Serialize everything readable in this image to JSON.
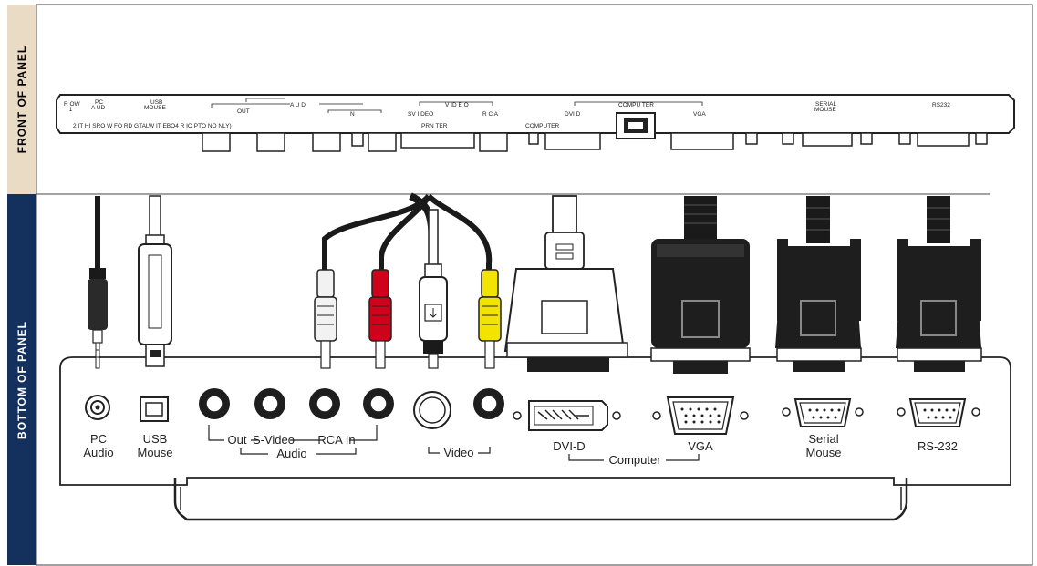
{
  "side_tabs": {
    "front": "FRONT OF PANEL",
    "bottom": "BOTTOM OF PANEL"
  },
  "front_panel": {
    "row1": [
      {
        "id": "row1",
        "text": "R OW\n  1"
      },
      {
        "id": "pcaud",
        "text": "PC\nA UD"
      },
      {
        "id": "usb",
        "text": "USB\nMOUSE"
      },
      {
        "id": "audio",
        "text": "A U D"
      },
      {
        "id": "out",
        "text": "OUT"
      },
      {
        "id": "n",
        "text": "N"
      },
      {
        "id": "video",
        "text": "V ID E O"
      },
      {
        "id": "svideo",
        "text": "SV I DEO"
      },
      {
        "id": "rca",
        "text": "R C A"
      },
      {
        "id": "dvi",
        "text": "DVI D"
      },
      {
        "id": "computer_top",
        "text": "COMPU TER"
      },
      {
        "id": "vga",
        "text": "VGA"
      },
      {
        "id": "serial",
        "text": "SERIAL\nMOUSE"
      },
      {
        "id": "rs232",
        "text": "RS232"
      }
    ],
    "row2": [
      {
        "id": "row2",
        "text": "2  IT HI SRO W FO RD  GTALW  IT EBO4 R IO PTO  NO NLY)"
      },
      {
        "id": "printer",
        "text": "PRN TER"
      },
      {
        "id": "computer_bottom",
        "text": "COMPUTER"
      }
    ]
  },
  "bottom_panel": {
    "port_labels": [
      {
        "id": "pc-audio",
        "lines": [
          "PC",
          "Audio"
        ]
      },
      {
        "id": "usb-mouse",
        "lines": [
          "USB",
          "Mouse"
        ]
      },
      {
        "id": "out",
        "lines": [
          "Out"
        ]
      },
      {
        "id": "s-video",
        "lines": [
          "S-Video"
        ]
      },
      {
        "id": "rca-in",
        "lines": [
          "RCA In"
        ]
      },
      {
        "id": "audio-group",
        "lines": [
          "Audio"
        ]
      },
      {
        "id": "video-group",
        "lines": [
          "Video"
        ]
      },
      {
        "id": "dvi-d",
        "lines": [
          "DVI-D"
        ]
      },
      {
        "id": "vga",
        "lines": [
          "VGA"
        ]
      },
      {
        "id": "computer-group",
        "lines": [
          "Computer"
        ]
      },
      {
        "id": "serial-mouse",
        "lines": [
          "Serial",
          "Mouse"
        ]
      },
      {
        "id": "rs-232",
        "lines": [
          "RS-232"
        ]
      }
    ],
    "colors": {
      "rca_white": "#f2f2f2",
      "rca_red": "#d0021b",
      "rca_yellow": "#f2e400",
      "cable_dark": "#1a1a1a",
      "connector_black": "#1e1e1e"
    }
  }
}
